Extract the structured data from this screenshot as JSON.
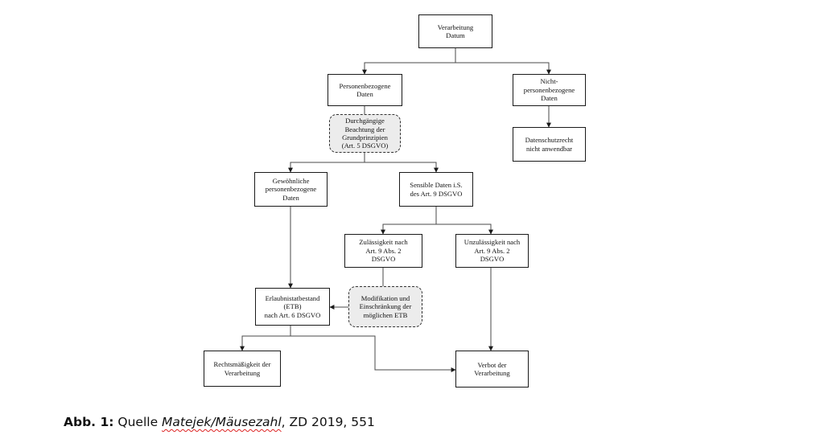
{
  "diagram": {
    "nodes": {
      "root": "Verarbeitung\nDatum",
      "personal": "Personenbezogene\nDaten",
      "nonpersonal": "Nicht-\npersonenbezogene\nDaten",
      "principles": "Durchgängige\nBeachtung der\nGrundprinzipien\n(Art. 5 DSGVO)",
      "not_applicable": "Datenschutzrecht\nnicht anwendbar",
      "ordinary": "Gewöhnliche\npersonenbezogene\nDaten",
      "sensitive": "Sensible Daten i.S.\ndes Art. 9 DSGVO",
      "permissible": "Zulässigkeit nach\nArt. 9 Abs. 2\nDSGVO",
      "impermissible": "Unzulässigkeit nach\nArt. 9 Abs. 2\nDSGVO",
      "etb": "Erlaubnistatbestand\n(ETB)\nnach Art. 6 DSGVO",
      "modification": "Modifikation und\nEinschränkung der\nmöglichen ETB",
      "lawful": "Rechtsmäßigkeit der\nVerarbeitung",
      "prohibition": "Verbot der\nVerarbeitung"
    }
  },
  "caption": {
    "label": "Abb. 1:",
    "source_prefix": " Quelle ",
    "authors": "Matejek/Mäusezahl",
    "reference": ", ZD 2019, 551"
  }
}
